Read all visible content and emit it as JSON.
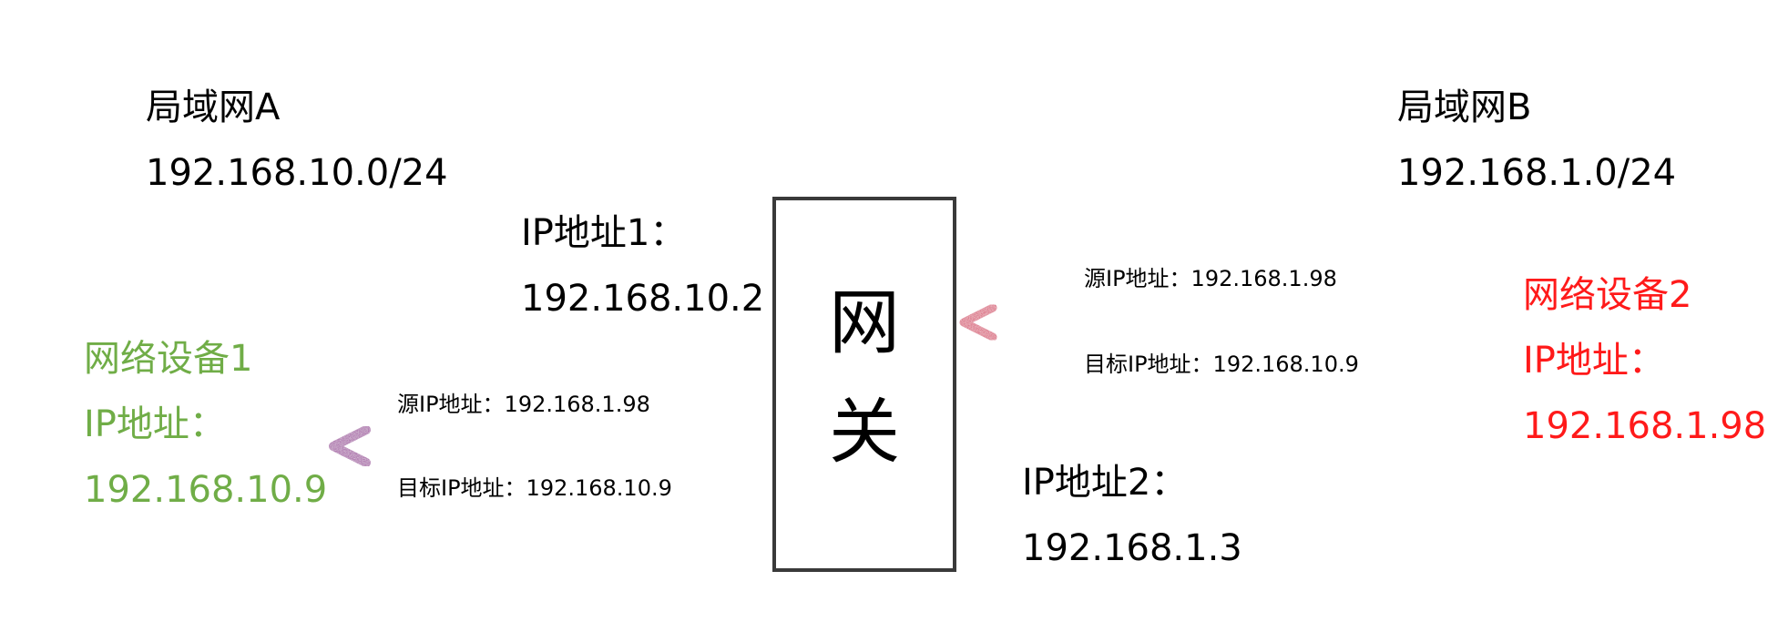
{
  "lan_a": {
    "name": "局域网A",
    "subnet": "192.168.10.0/24"
  },
  "lan_b": {
    "name": "局域网B",
    "subnet": "192.168.1.0/24"
  },
  "gateway": {
    "chars": [
      "网",
      "关"
    ],
    "ip1_label": "IP地址1：",
    "ip1": "192.168.10.2",
    "ip2_label": "IP地址2：",
    "ip2": "192.168.1.3"
  },
  "device1": {
    "name": "网络设备1",
    "ip_label": "IP地址：",
    "ip": "192.168.10.9",
    "color": "#70ad47"
  },
  "device2": {
    "name": "网络设备2",
    "ip_label": "IP地址：",
    "ip": "192.168.1.98",
    "color": "#ff1a1a"
  },
  "packet_right": {
    "src": "源IP地址：192.168.1.98",
    "dst": "目标IP地址：192.168.10.9"
  },
  "packet_left": {
    "src": "源IP地址：192.168.1.98",
    "dst": "目标IP地址：192.168.10.9"
  }
}
